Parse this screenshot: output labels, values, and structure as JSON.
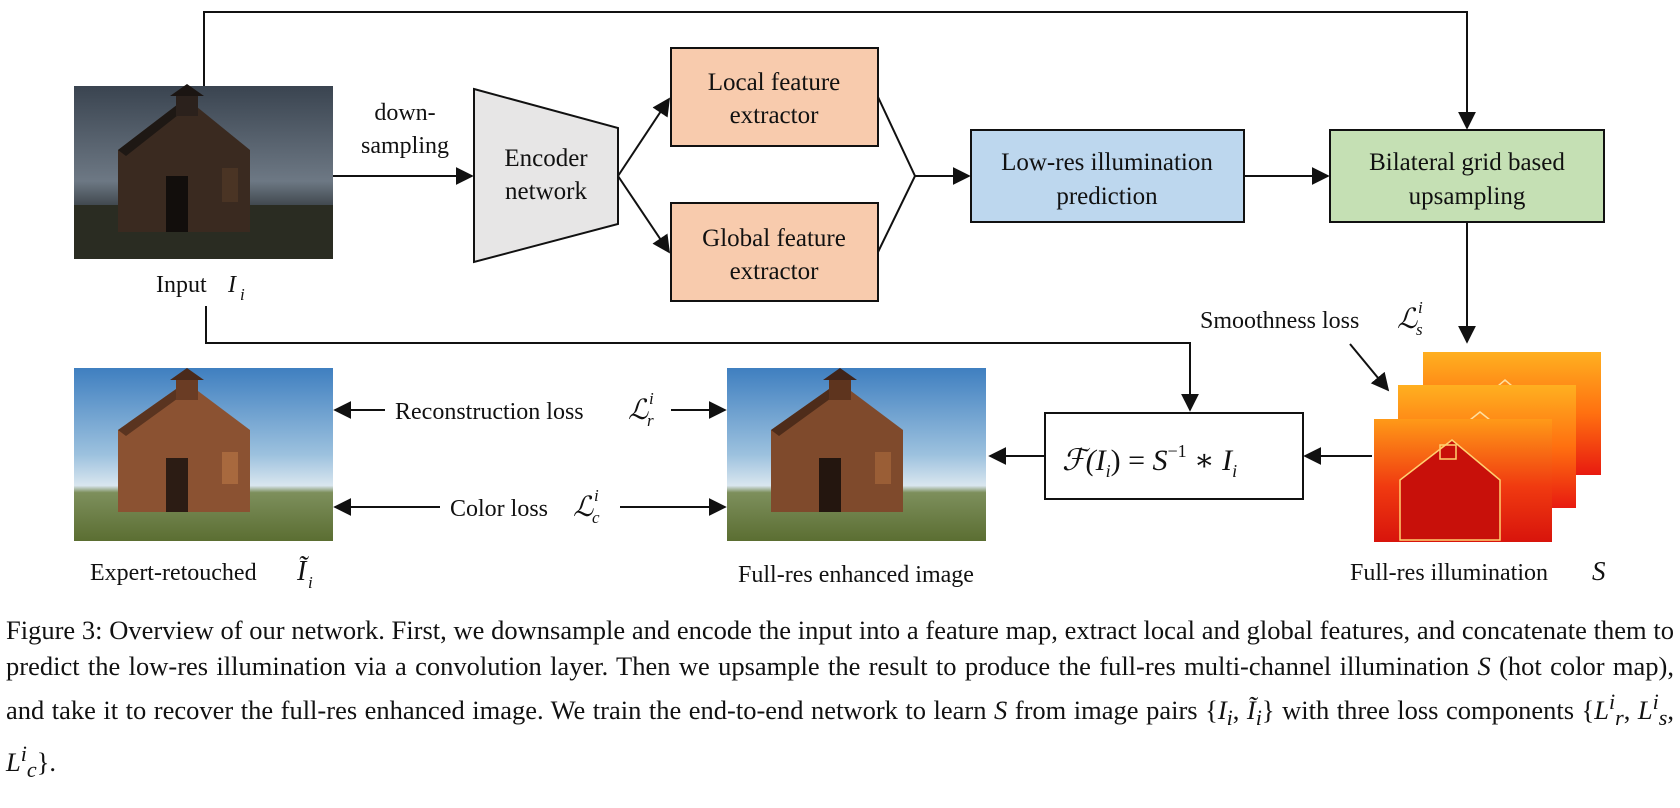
{
  "diagram": {
    "input_label": "Input",
    "input_symbol": "I",
    "input_sub": "i",
    "downsampling_l1": "down-",
    "downsampling_l2": "sampling",
    "encoder_l1": "Encoder",
    "encoder_l2": "network",
    "local_l1": "Local feature",
    "local_l2": "extractor",
    "global_l1": "Global feature",
    "global_l2": "extractor",
    "lowres_l1": "Low-res illumination",
    "lowres_l2": "prediction",
    "bilateral_l1": "Bilateral grid based",
    "bilateral_l2": "upsampling",
    "smoothness_label": "Smoothness loss",
    "smoothness_sym": "ℒ",
    "smoothness_sub": "s",
    "smoothness_sup": "i",
    "illum_label": "Full-res illumination",
    "illum_sym": "S",
    "formula_f": "ℱ(",
    "formula_i": "I",
    "formula_isub": "i",
    "formula_mid": ") = ",
    "formula_s": "S",
    "formula_exp": "−1",
    "formula_star": " ∗ ",
    "formula_i2": "I",
    "formula_i2sub": "i",
    "recon_label": "Reconstruction loss",
    "recon_sym": "ℒ",
    "recon_sub": "r",
    "recon_sup": "i",
    "color_label": "Color loss",
    "color_sym": "ℒ",
    "color_sub": "c",
    "color_sup": "i",
    "expert_label": "Expert-retouched",
    "expert_sym": "Ĩ",
    "expert_sub": "i",
    "enhanced_label": "Full-res enhanced image"
  },
  "caption": {
    "p1": "Figure 3: Overview of our network. First, we downsample and encode the input into a feature map, extract local and global features, and concatenate them to predict the low-res illumination via a convolution layer. Then we upsample the result to produce the full-res multi-channel illumination ",
    "s1": "S",
    "p2": " (hot color map), and take it to recover the full-res enhanced image. We train the end-to-end network to learn ",
    "s2": "S",
    "p3": " from image pairs {",
    "pair": "I",
    "pair_sub": "i",
    "p4": ", ",
    "pair2": "Ĩ",
    "pair2_sub": "i",
    "p5": "} with three loss components {",
    "l1": "L",
    "l1_sub": "r",
    "l1_sup": "i",
    "p6": ", ",
    "l2": "L",
    "l2_sub": "s",
    "l2_sup": "i",
    "p7": ", ",
    "l3": "L",
    "l3_sub": "c",
    "l3_sup": "i",
    "p8": "}."
  },
  "colors": {
    "feature_box": "#f8cbad",
    "lowres_box": "#bdd7ee",
    "bilateral_box": "#c5e0b4",
    "encoder": "#e7e6e6"
  }
}
